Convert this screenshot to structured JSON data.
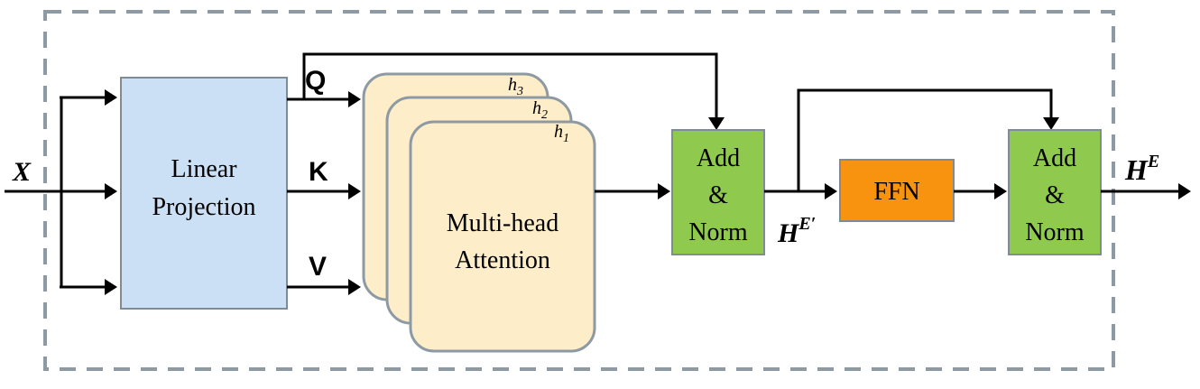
{
  "diagram": {
    "input": {
      "label": "X"
    },
    "linear_projection": {
      "line1": "Linear",
      "line2": "Projection",
      "fill": "#cce0f5"
    },
    "qkv": {
      "q": "Q",
      "k": "K",
      "v": "V"
    },
    "attention": {
      "line1": "Multi-head",
      "line2": "Attention",
      "fill": "#fdedc8",
      "heads": [
        {
          "base": "h",
          "sub": "3"
        },
        {
          "base": "h",
          "sub": "2"
        },
        {
          "base": "h",
          "sub": "1"
        }
      ]
    },
    "add_norm_1": {
      "line1": "Add",
      "line2": "&",
      "line3": "Norm",
      "fill": "#8fca4e"
    },
    "intermediate": {
      "base": "H",
      "sup": "E′"
    },
    "ffn": {
      "label": "FFN",
      "fill": "#f7930e"
    },
    "add_norm_2": {
      "line1": "Add",
      "line2": "&",
      "line3": "Norm",
      "fill": "#8fca4e"
    },
    "output": {
      "base": "H",
      "sup": "E"
    }
  }
}
